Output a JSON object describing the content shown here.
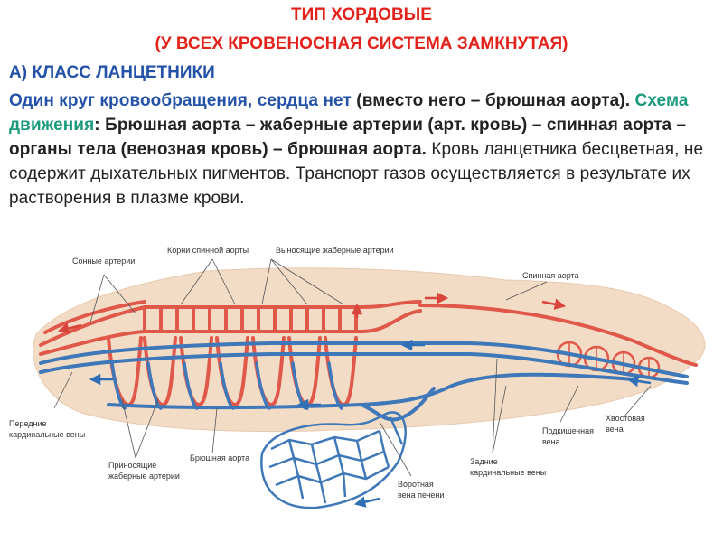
{
  "header": {
    "title_line1": "ТИП ХОРДОВЫЕ",
    "title_line2": "(У ВСЕХ КРОВЕНОСНАЯ СИСТЕМА ЗАМКНУТАЯ)",
    "class_heading": "А) КЛАСС ЛАНЦЕТНИКИ"
  },
  "paragraph": {
    "s1": "Один круг кровообращения, сердца нет",
    "s2": " (вместо него – брюшная аорта). ",
    "s3": "Схема движения",
    "s4": ": Брюшная аорта – жаберные артерии (арт. кровь) – спинная аорта – органы тела (венозная кровь) – брюшная аорта.",
    "s5": " Кровь ланцетника бесцветная, не содержит дыхательных пигментов. Транспорт газов осуществляется в результате их растворения в плазме крови."
  },
  "labels": {
    "sonnye": "Сонные артерии",
    "korni": "Корни спинной аорты",
    "vynosyashchie": "Выносящие жаберные артерии",
    "spinnaya": "Спинная аорта",
    "perednie_1": "Передние",
    "perednie_2": "кардинальные вены",
    "prinosyashchie_1": "Приносящие",
    "prinosyashchie_2": "жаберные артерии",
    "bryushnaya": "Брюшная аорта",
    "vorotnaya_1": "Воротная",
    "vorotnaya_2": "вена печени",
    "zadnie_1": "Задние",
    "zadnie_2": "кардинальные вены",
    "podkishechnaya_1": "Подкишечная",
    "podkishechnaya_2": "вена",
    "khvostovaya_1": "Хвостовая",
    "khvostovaya_2": "вена"
  },
  "colors": {
    "artery": "#e0584a",
    "vein": "#3f78b8",
    "body": "#f3dcc6",
    "title": "#e3221b",
    "heading": "#2452a8",
    "green_term": "#1a9a7c"
  }
}
